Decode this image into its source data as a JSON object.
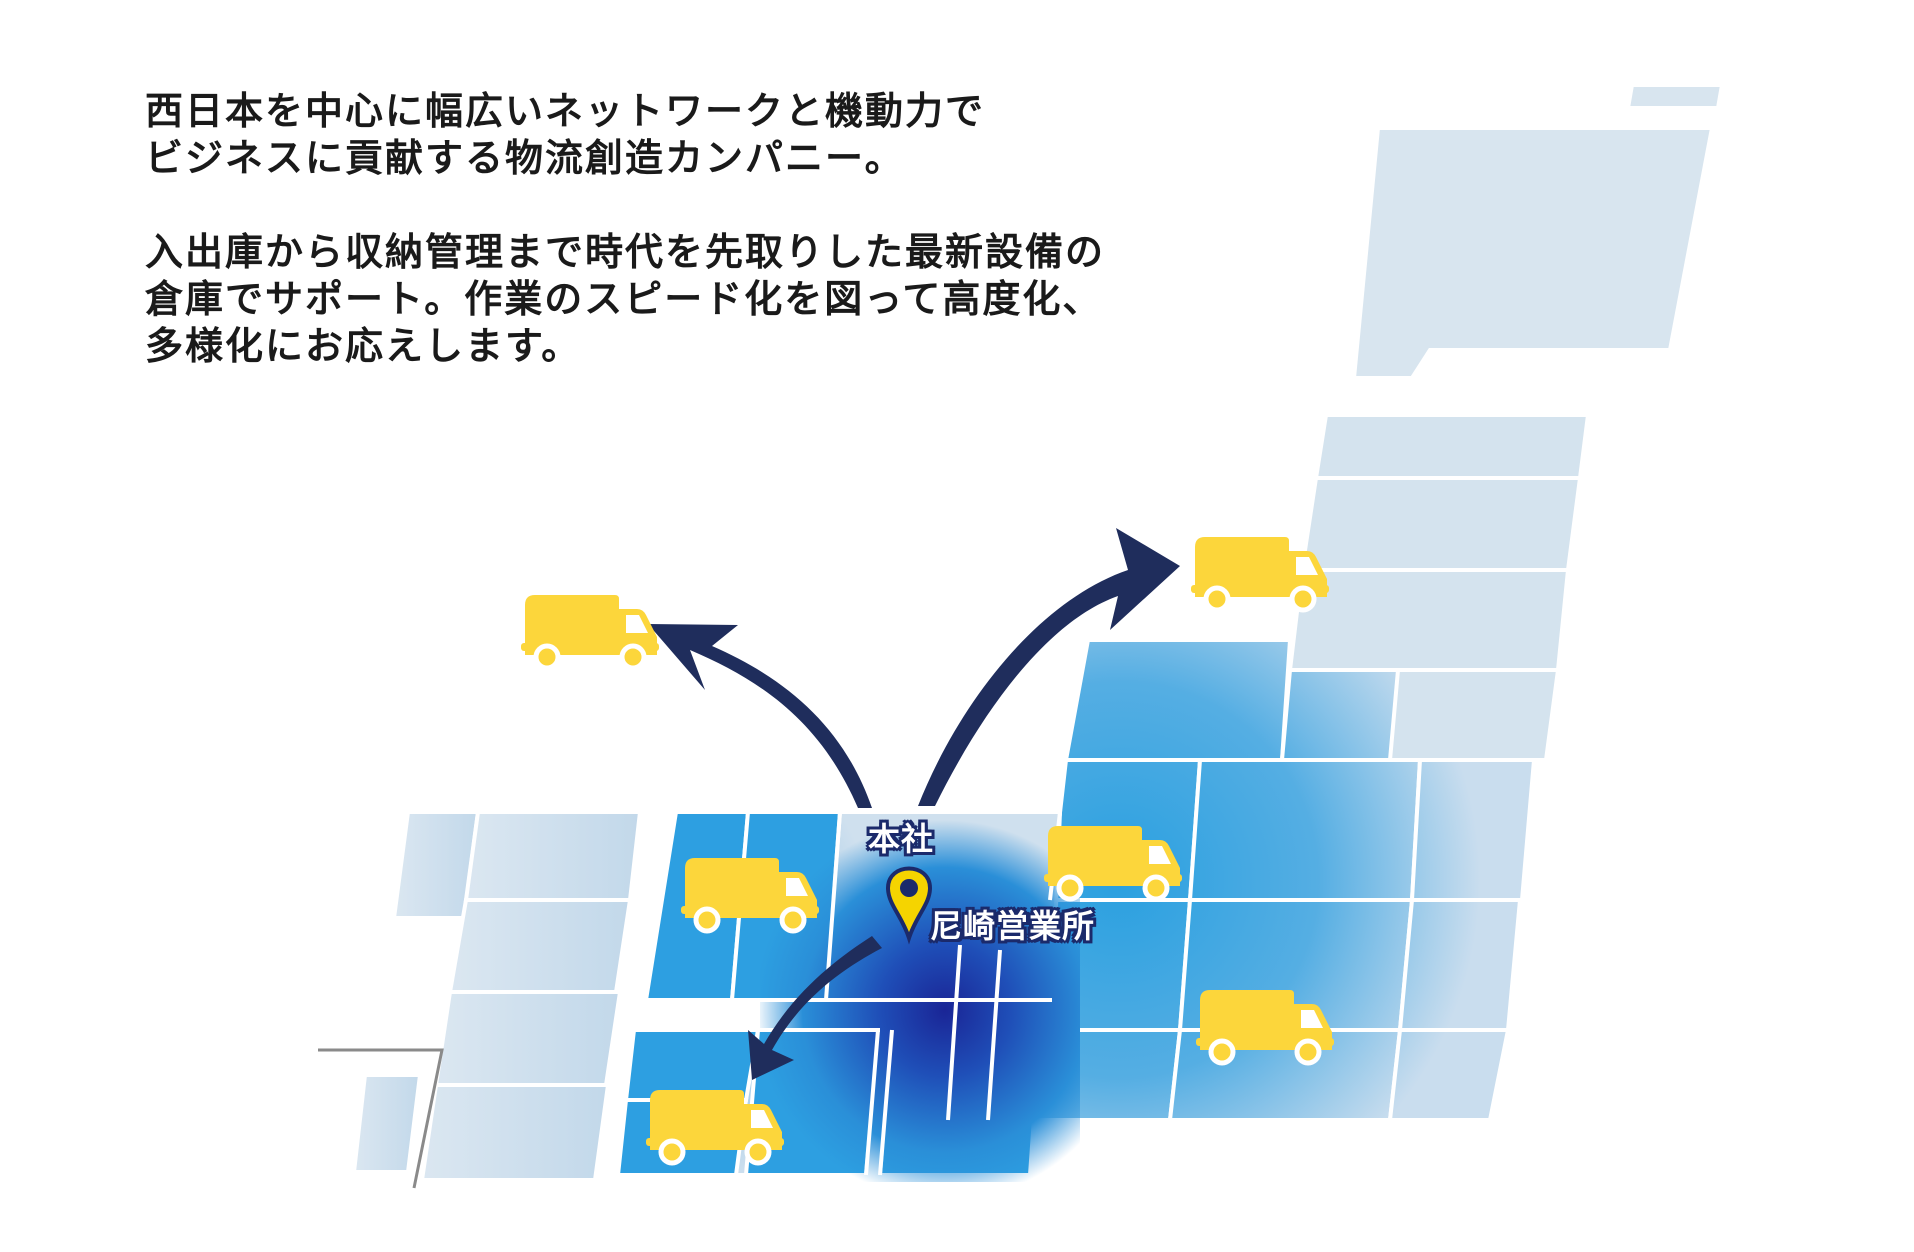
{
  "intro": {
    "line1": "西日本を中心に幅広いネットワークと機動力で",
    "line2": "ビジネスに貢献する物流創造カンパニー。",
    "line3": "入出庫から収納管理まで時代を先取りした最新設備の",
    "line4": "倉庫でサポート。作業のスピード化を図って高度化、",
    "line5": "多様化にお応えします。"
  },
  "map": {
    "hq_label": "本社",
    "office_label": "尼崎営業所",
    "pin_icon": "map-pin-icon",
    "truck_icon": "delivery-truck-icon",
    "colors": {
      "pale_region": "#d6e4ef",
      "mid_region": "#6fb3e3",
      "core_region": "#2b9fe0",
      "hub_glow": "#1d2f9a",
      "arrow": "#1f2d5c",
      "truck": "#fcd63b",
      "pin": "#f5d400",
      "pin_outline": "#1b2a6b"
    }
  }
}
